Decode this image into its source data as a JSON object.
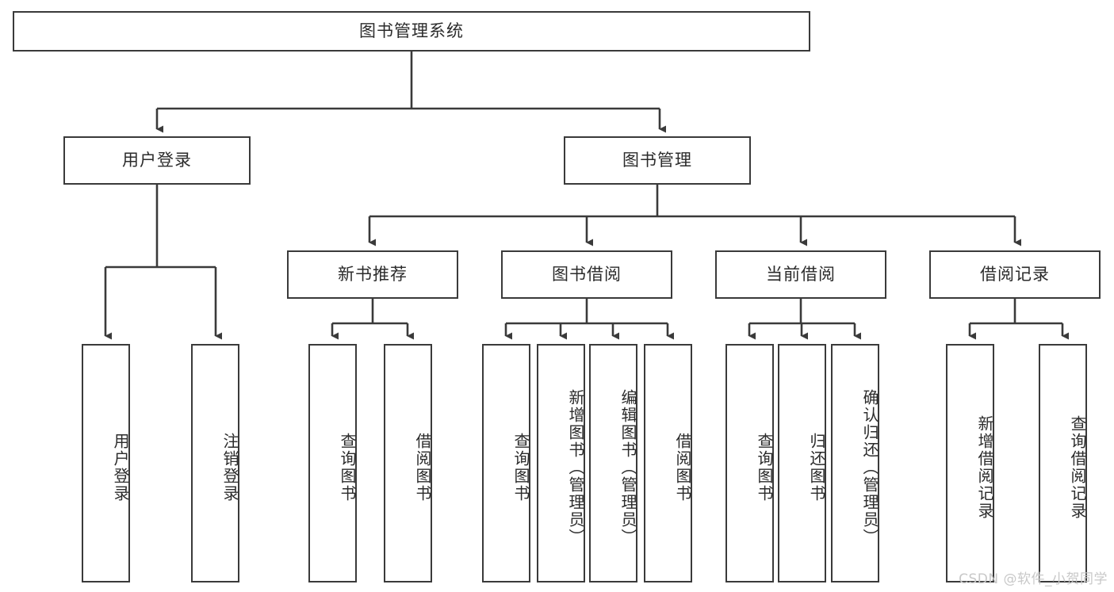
{
  "diagram": {
    "type": "tree-hierarchy",
    "title": "图书管理系统",
    "watermark": "CSDN @软件_小贺同学",
    "colors": {
      "stroke": "#3a3a3a",
      "fill": "#ffffff",
      "text": "#2b2b2b",
      "watermark": "#c8c8c8"
    },
    "nodes": {
      "root": {
        "label": "图书管理系统",
        "level": 1,
        "orientation": "horizontal"
      },
      "user_login": {
        "label": "用户登录",
        "level": 2,
        "orientation": "horizontal"
      },
      "book_manage": {
        "label": "图书管理",
        "level": 2,
        "orientation": "horizontal"
      },
      "new_book_rec": {
        "label": "新书推荐",
        "level": 3,
        "orientation": "horizontal"
      },
      "book_borrow": {
        "label": "图书借阅",
        "level": 3,
        "orientation": "horizontal"
      },
      "current_borrow": {
        "label": "当前借阅",
        "level": 3,
        "orientation": "horizontal"
      },
      "borrow_record": {
        "label": "借阅记录",
        "level": 3,
        "orientation": "horizontal"
      },
      "leaf_user_login": {
        "label": "用户登录",
        "level": 4,
        "orientation": "vertical"
      },
      "leaf_logout": {
        "label": "注销登录",
        "level": 4,
        "orientation": "vertical"
      },
      "leaf_query_book_1": {
        "label": "查询图书",
        "level": 4,
        "orientation": "vertical"
      },
      "leaf_borrow_book_1": {
        "label": "借阅图书",
        "level": 4,
        "orientation": "vertical"
      },
      "leaf_query_book_2": {
        "label": "查询图书",
        "level": 4,
        "orientation": "vertical"
      },
      "leaf_add_book": {
        "label": "新增图书（管理员）",
        "level": 4,
        "orientation": "vertical"
      },
      "leaf_edit_book": {
        "label": "编辑图书（管理员）",
        "level": 4,
        "orientation": "vertical"
      },
      "leaf_borrow_book_2": {
        "label": "借阅图书",
        "level": 4,
        "orientation": "vertical"
      },
      "leaf_query_book_3": {
        "label": "查询图书",
        "level": 4,
        "orientation": "vertical"
      },
      "leaf_return_book": {
        "label": "归还图书",
        "level": 4,
        "orientation": "vertical"
      },
      "leaf_confirm_return": {
        "label": "确认归还（管理员）",
        "level": 4,
        "orientation": "vertical"
      },
      "leaf_add_record": {
        "label": "新增借阅记录",
        "level": 4,
        "orientation": "vertical"
      },
      "leaf_query_record": {
        "label": "查询借阅记录",
        "level": 4,
        "orientation": "vertical"
      }
    },
    "edges": [
      {
        "from": "root",
        "to": "user_login"
      },
      {
        "from": "root",
        "to": "book_manage"
      },
      {
        "from": "user_login",
        "to": "leaf_user_login"
      },
      {
        "from": "user_login",
        "to": "leaf_logout"
      },
      {
        "from": "book_manage",
        "to": "new_book_rec"
      },
      {
        "from": "book_manage",
        "to": "book_borrow"
      },
      {
        "from": "book_manage",
        "to": "current_borrow"
      },
      {
        "from": "book_manage",
        "to": "borrow_record"
      },
      {
        "from": "new_book_rec",
        "to": "leaf_query_book_1"
      },
      {
        "from": "new_book_rec",
        "to": "leaf_borrow_book_1"
      },
      {
        "from": "book_borrow",
        "to": "leaf_query_book_2"
      },
      {
        "from": "book_borrow",
        "to": "leaf_add_book"
      },
      {
        "from": "book_borrow",
        "to": "leaf_edit_book"
      },
      {
        "from": "book_borrow",
        "to": "leaf_borrow_book_2"
      },
      {
        "from": "current_borrow",
        "to": "leaf_query_book_3"
      },
      {
        "from": "current_borrow",
        "to": "leaf_return_book"
      },
      {
        "from": "current_borrow",
        "to": "leaf_confirm_return"
      },
      {
        "from": "borrow_record",
        "to": "leaf_add_record"
      },
      {
        "from": "borrow_record",
        "to": "leaf_query_record"
      }
    ]
  }
}
